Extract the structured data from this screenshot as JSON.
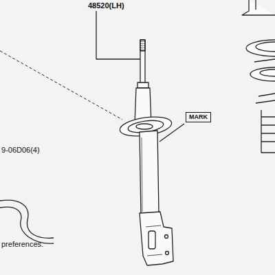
{
  "diagram": {
    "nodes": [
      {
        "text": [
          "MARK"
        ]
      }
    ],
    "labels": [
      "48520(LH)",
      "9-06D06(4)",
      "preferences."
    ]
  }
}
